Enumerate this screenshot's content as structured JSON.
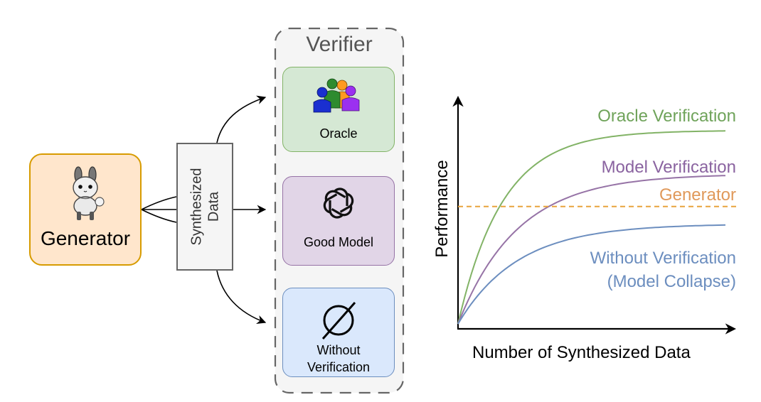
{
  "generator": {
    "label": "Generator",
    "icon": "llama-icon",
    "fill": "#ffe6cc",
    "stroke": "#d79b00"
  },
  "synthesized": {
    "line1": "Synthesized",
    "line2": "Data"
  },
  "verifier": {
    "title": "Verifier",
    "cards": [
      {
        "label": "Oracle",
        "icon": "people-group-icon",
        "fill": "#d5e8d4",
        "stroke": "#82b366"
      },
      {
        "label": "Good Model",
        "icon": "openai-logo-icon",
        "fill": "#e1d5e7",
        "stroke": "#9673a6"
      },
      {
        "label_line1": "Without",
        "label_line2": "Verification",
        "icon": "empty-set-icon",
        "fill": "#dae8fc",
        "stroke": "#6c8ebf"
      }
    ]
  },
  "chart_data": {
    "type": "line",
    "title": "",
    "xlabel": "Number of Synthesized Data",
    "ylabel": "Performance",
    "ylim": [
      0,
      1
    ],
    "xlim": [
      0,
      1
    ],
    "grid": false,
    "series": [
      {
        "name": "Oracle Verification",
        "color": "#82b366",
        "label": "Oracle Verification",
        "start": 0.0,
        "plateau": 0.89,
        "rate": 6.0,
        "style": "solid"
      },
      {
        "name": "Model Verification",
        "color": "#9673a6",
        "label": "Model Verification",
        "start": 0.0,
        "plateau": 0.69,
        "rate": 4.5,
        "style": "solid"
      },
      {
        "name": "Generator",
        "color": "#e8a33d",
        "label": "Generator",
        "value": 0.54,
        "style": "dashed"
      },
      {
        "name": "Without Verification",
        "color": "#6c8ebf",
        "label_line1": "Without Verification",
        "label_line2": "(Model Collapse)",
        "start": 0.0,
        "plateau": 0.46,
        "rate": 4.5,
        "style": "solid"
      }
    ],
    "label_colors": {
      "oracle": "#6fa35a",
      "model": "#8a63a0",
      "generator": "#e0995a",
      "without": "#6c8ebf"
    }
  }
}
